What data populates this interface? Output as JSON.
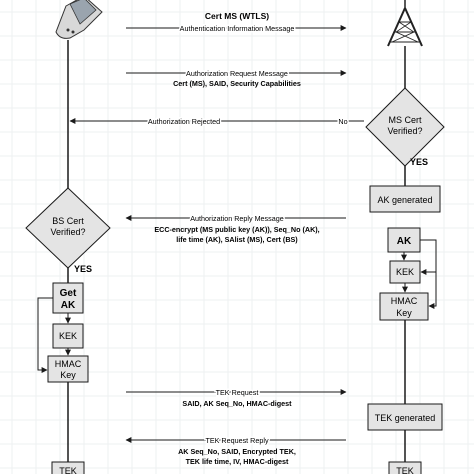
{
  "messages": {
    "cert": {
      "title": "Cert MS (WTLS)",
      "label": "Authentication Information Message"
    },
    "auth_request": {
      "label": "Authorization Request Message",
      "body": "Cert (MS), SAID, Security Capabilities"
    },
    "auth_rejected": {
      "label": "Authorization Rejected",
      "no": "No"
    },
    "auth_reply": {
      "label": "Authorization Reply Message",
      "body": [
        "ECC-encrypt (MS public key (AK)), Seq_No (AK),",
        "life time (AK), SAlist (MS), Cert (BS)"
      ]
    },
    "tek_request": {
      "label": "TEK Request",
      "body": "SAID, AK Seq_No, HMAC-digest"
    },
    "tek_reply": {
      "label": "TEK Request Reply",
      "body": [
        "AK Seq_No, SAID, Encrypted TEK,",
        "TEK life time, IV, HMAC-digest"
      ]
    }
  },
  "ms": {
    "decision": [
      "BS Cert",
      "Verified?"
    ],
    "yes": "YES",
    "get_ak": [
      "Get",
      "AK"
    ],
    "kek": "KEK",
    "hmac": [
      "HMAC",
      "Key"
    ],
    "tek": "TEK"
  },
  "bs": {
    "decision": [
      "MS Cert",
      "Verified?"
    ],
    "yes": "YES",
    "ak_generated": "AK generated",
    "ak": "AK",
    "kek": "KEK",
    "hmac": [
      "HMAC",
      "Key"
    ],
    "tek_generated": "TEK generated",
    "tek": "TEK"
  },
  "icons": {
    "mobile": "mobile-phone-icon",
    "base_station": "radio-tower-icon"
  }
}
